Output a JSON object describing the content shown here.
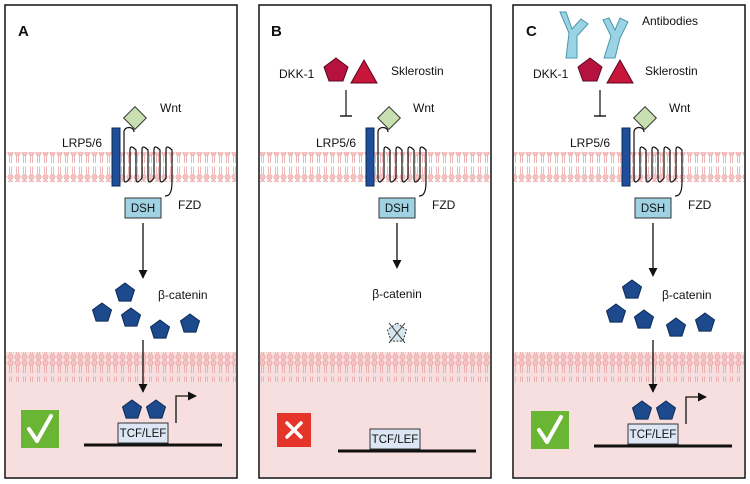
{
  "colors": {
    "membrane": "#f4b8b8",
    "nucleus_bg": "#f7dfdf",
    "receptor": "#1f4e9a",
    "wnt": "#c8e0b0",
    "dsh": "#9fd3e3",
    "beta_catenin": "#1c4a8c",
    "dkk1": "#b5123f",
    "sclerostin": "#c8163a",
    "antibody": "#9ad4e4",
    "tcf": "#dde6f4",
    "check": "#6ab634",
    "cross": "#e5342a"
  },
  "panels": [
    {
      "id": "A",
      "letter": "A",
      "labels": {
        "wnt": "Wnt",
        "lrp": "LRP5/6",
        "fzd": "FZD",
        "dsh": "DSH",
        "beta": "β-catenin",
        "tcf": "TCF/LEF"
      },
      "status_icon": "checkmark-icon"
    },
    {
      "id": "B",
      "letter": "B",
      "labels": {
        "dkk": "DKK-1",
        "sost": "Sklerostin",
        "wnt": "Wnt",
        "lrp": "LRP5/6",
        "fzd": "FZD",
        "dsh": "DSH",
        "beta": "β-catenin",
        "tcf": "TCF/LEF"
      },
      "status_icon": "cross-icon"
    },
    {
      "id": "C",
      "letter": "C",
      "labels": {
        "antibodies": "Antibodies",
        "dkk": "DKK-1",
        "sost": "Sklerostin",
        "wnt": "Wnt",
        "lrp": "LRP5/6",
        "fzd": "FZD",
        "dsh": "DSH",
        "beta": "β-catenin",
        "tcf": "TCF/LEF"
      },
      "status_icon": "checkmark-icon"
    }
  ]
}
